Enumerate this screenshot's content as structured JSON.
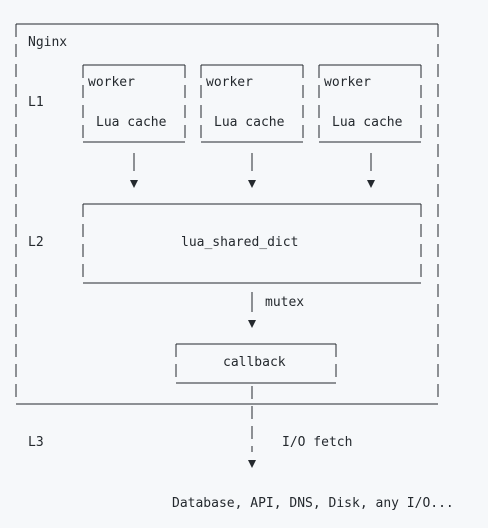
{
  "outer_label": "Nginx",
  "levels": {
    "l1": "L1",
    "l2": "L2",
    "l3": "L3"
  },
  "workers": [
    {
      "title": "worker",
      "cache": "Lua cache"
    },
    {
      "title": "worker",
      "cache": "Lua cache"
    },
    {
      "title": "worker",
      "cache": "Lua cache"
    }
  ],
  "shared_dict": "lua_shared_dict",
  "mutex_label": "mutex",
  "callback": "callback",
  "fetch_label": "I/O fetch",
  "destinations": "Database, API, DNS, Disk, any I/O...",
  "colors": {
    "line": "#24292e",
    "background": "#f6f8fa"
  }
}
